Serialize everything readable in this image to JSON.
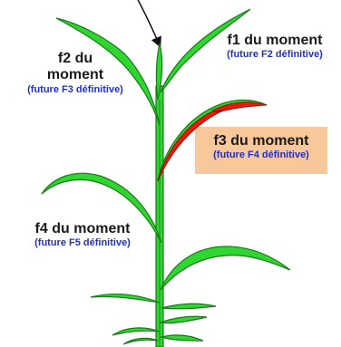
{
  "colors": {
    "leaf": "#2fd62f",
    "leaf_dark": "#1a7a1a",
    "highlight": "#e31b0f",
    "sub_text": "#1f2fd0",
    "box": "#f8c79a"
  },
  "labels": {
    "f1": {
      "name": "f1 du moment",
      "sub": "(future F2 définitive)"
    },
    "f2": {
      "name_line1": "f2 du",
      "name_line2": "moment",
      "sub": "(future F3 définitive)"
    },
    "f3": {
      "name": "f3 du moment",
      "sub": "(future F4 définitive)"
    },
    "f4": {
      "name": "f4 du moment",
      "sub": "(future F5 définitive)"
    }
  }
}
